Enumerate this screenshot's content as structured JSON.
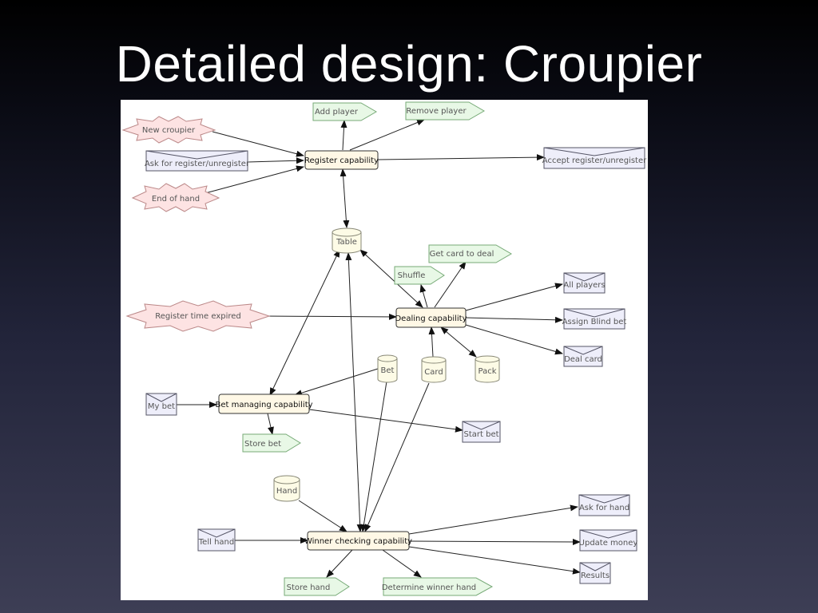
{
  "slide": {
    "title": "Detailed design: Croupier"
  },
  "diagram": {
    "capabilities": {
      "register": "Register capability",
      "dealing": "Dealing capability",
      "bet_managing": "Bet managing capability",
      "winner_checking": "Winner checking capability"
    },
    "events": {
      "new_croupier": "New croupier",
      "end_of_hand": "End of hand",
      "register_time_expired": "Register time expired"
    },
    "messages": {
      "ask_register": "Ask for register/unregister",
      "accept_register": "Accept register/unregister",
      "all_players": "All players",
      "assign_blind_bet": "Assign Blind bet",
      "deal_card": "Deal card",
      "my_bet": "My bet",
      "start_bet": "Start bet",
      "ask_for_hand": "Ask for hand",
      "update_money": "Update money",
      "results": "Results",
      "tell_hand": "Tell hand"
    },
    "actions": {
      "add_player": "Add player",
      "remove_player": "Remove player",
      "get_card_to_deal": "Get card to deal",
      "shuffle": "Shuffle",
      "store_bet": "Store bet",
      "store_hand": "Store hand",
      "determine_winner_hand": "Determine winner hand"
    },
    "data": {
      "table": "Table",
      "bet": "Bet",
      "card": "Card",
      "pack": "Pack",
      "hand": "Hand"
    },
    "colors": {
      "capability_fill": "#fff8e6",
      "event_fill": "#fde3e3",
      "message_fill": "#eeeefa",
      "action_fill": "#e8f8e6",
      "data_fill": "#fdfbe6"
    }
  }
}
